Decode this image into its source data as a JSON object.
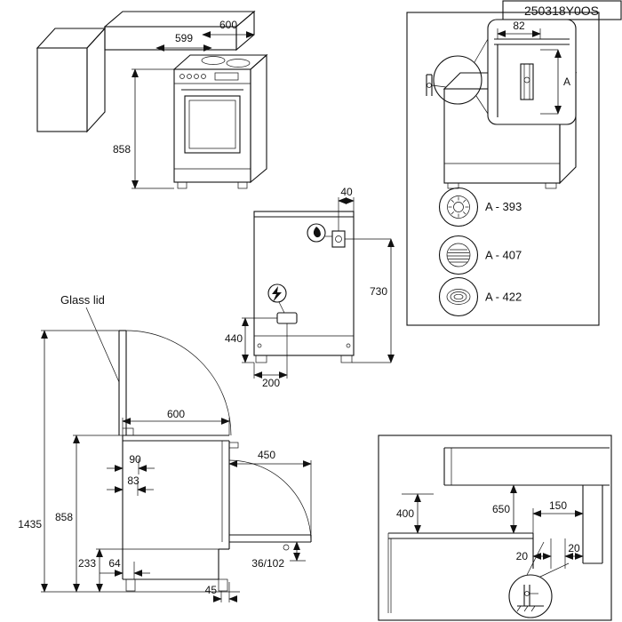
{
  "title_block": {
    "part_number": "250318Y0OS"
  },
  "isometric_view": {
    "depth": "599",
    "width": "600",
    "height": "858"
  },
  "burner_detail": {
    "bracket_width": "82",
    "height_ref": "A",
    "variants": [
      {
        "type": "gas-burner-icon",
        "label": "A - 393"
      },
      {
        "type": "radiant-element-icon",
        "label": "A - 407"
      },
      {
        "type": "coil-element-icon",
        "label": "A - 422"
      }
    ]
  },
  "rear_view": {
    "gas_offset": "40",
    "gas_height": "730",
    "mains_height": "440",
    "mains_offset": "200"
  },
  "side_view": {
    "glass_lid": "Glass lid",
    "height_lid_open": "1435",
    "depth": "600",
    "door_open_depth": "450",
    "rear_offset_a": "90",
    "rear_offset_b": "83",
    "height": "858",
    "plinth_height": "233",
    "plinth_recess": "64",
    "foot_offset": "45",
    "door_floor_gap": "36/102"
  },
  "installation_view": {
    "hood_clearance": "650",
    "cabinet_clearance": "400",
    "side_clearance": "150",
    "gap_left": "20",
    "gap_right": "20"
  }
}
